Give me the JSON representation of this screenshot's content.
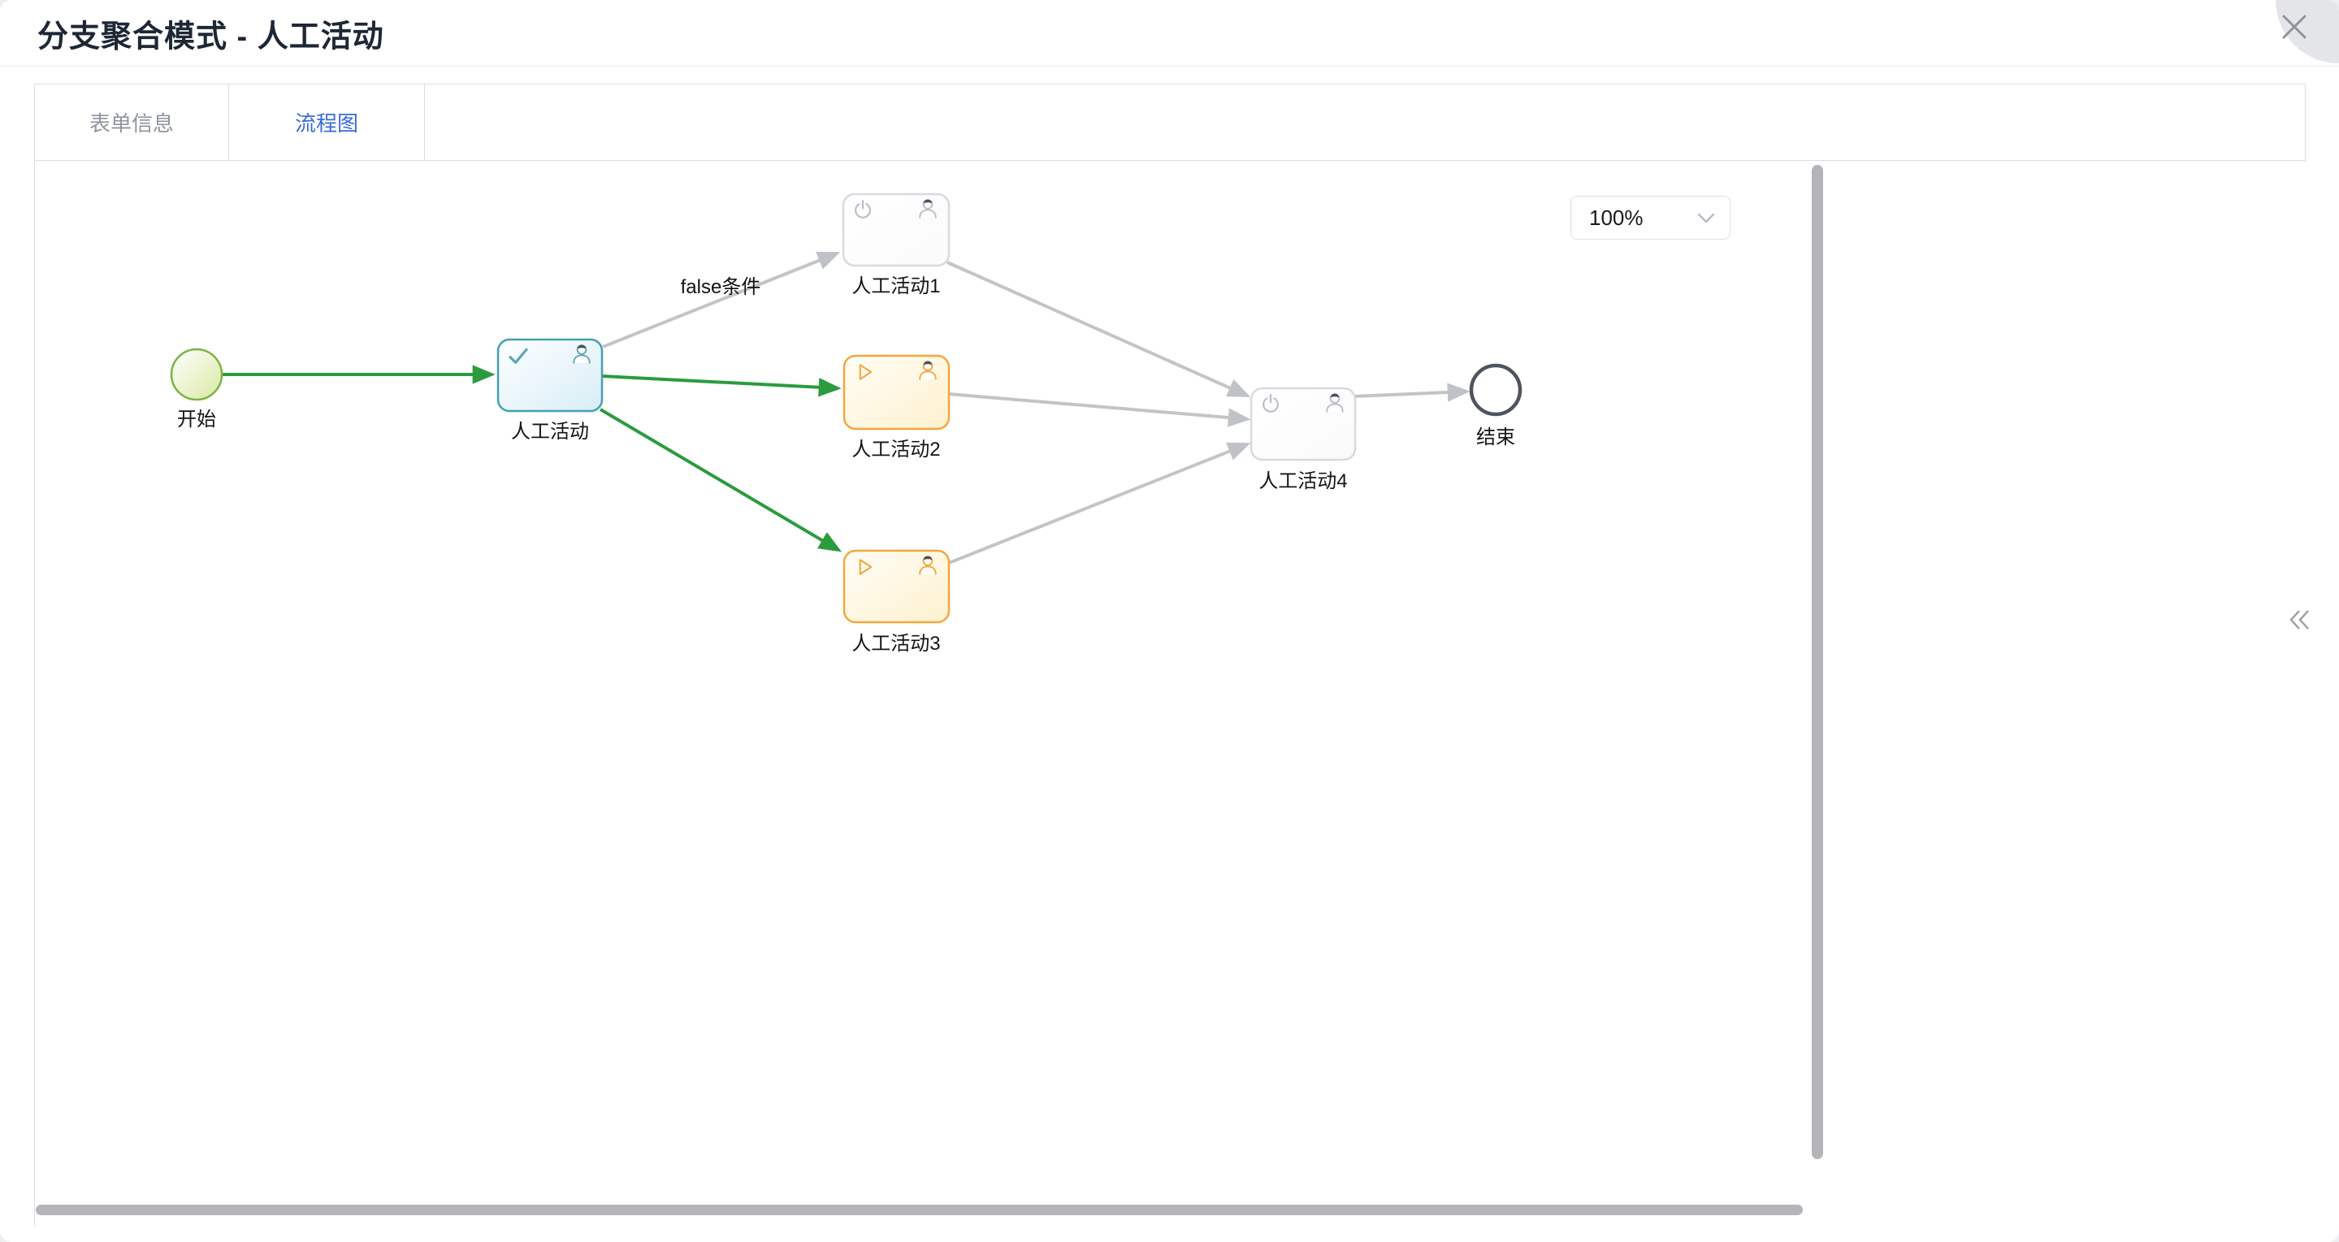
{
  "window": {
    "title": "分支聚合模式 - 人工活动",
    "close_icon": "x"
  },
  "tabs": [
    {
      "label": "表单信息",
      "active": false
    },
    {
      "label": "流程图",
      "active": true
    }
  ],
  "toolbar": {
    "zoom_value": "100%"
  },
  "diagram": {
    "nodes": [
      {
        "id": "start",
        "type": "start-event",
        "label": "开始",
        "state": "completed",
        "icons": []
      },
      {
        "id": "task-main",
        "type": "user-task",
        "label": "人工活动",
        "state": "completed",
        "icons": [
          "check-icon",
          "user-icon"
        ]
      },
      {
        "id": "task1",
        "type": "user-task",
        "label": "人工活动1",
        "state": "not-started",
        "icons": [
          "power-icon",
          "user-icon"
        ]
      },
      {
        "id": "task2",
        "type": "user-task",
        "label": "人工活动2",
        "state": "active",
        "icons": [
          "play-icon",
          "user-icon"
        ]
      },
      {
        "id": "task3",
        "type": "user-task",
        "label": "人工活动3",
        "state": "active",
        "icons": [
          "play-icon",
          "user-icon"
        ]
      },
      {
        "id": "task4",
        "type": "user-task",
        "label": "人工活动4",
        "state": "not-started",
        "icons": [
          "power-icon",
          "user-icon"
        ]
      },
      {
        "id": "end",
        "type": "end-event",
        "label": "结束",
        "state": "not-started",
        "icons": []
      }
    ],
    "edges": [
      {
        "from": "start",
        "to": "task-main",
        "label": "",
        "state": "traversed"
      },
      {
        "from": "task-main",
        "to": "task1",
        "label": "false条件",
        "state": "not-traversed"
      },
      {
        "from": "task-main",
        "to": "task2",
        "label": "",
        "state": "traversed"
      },
      {
        "from": "task-main",
        "to": "task3",
        "label": "",
        "state": "traversed"
      },
      {
        "from": "task1",
        "to": "task4",
        "label": "",
        "state": "not-traversed"
      },
      {
        "from": "task2",
        "to": "task4",
        "label": "",
        "state": "not-traversed"
      },
      {
        "from": "task3",
        "to": "task4",
        "label": "",
        "state": "not-traversed"
      },
      {
        "from": "task4",
        "to": "end",
        "label": "",
        "state": "not-traversed"
      }
    ],
    "colors": {
      "traversed_edge": "#2b9b3e",
      "idle_edge": "#c2c4c8",
      "start_node_border": "#7db342",
      "completed_task_border": "#44a0b0",
      "active_task_border": "#f2a73d",
      "idle_task_border": "#d7dade",
      "end_node_border": "#4e545e",
      "tab_active_text": "#3a6bd8",
      "tab_inactive_text": "#8f949e"
    }
  }
}
